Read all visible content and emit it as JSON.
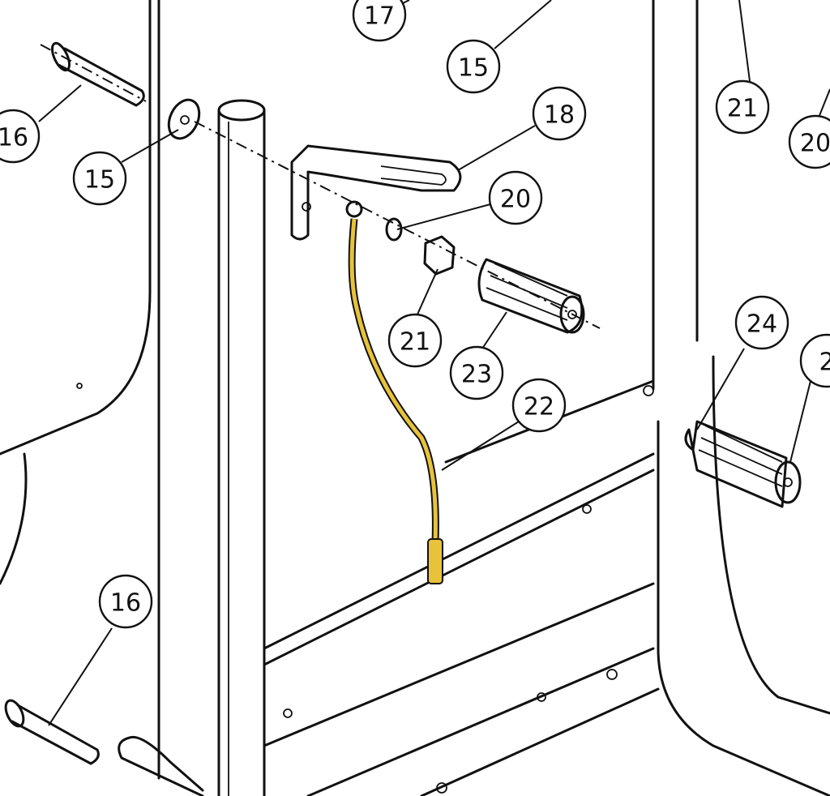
{
  "diagram": {
    "callouts": [
      {
        "id": "c17",
        "label": "17"
      },
      {
        "id": "c15a",
        "label": "15"
      },
      {
        "id": "c21a",
        "label": "21"
      },
      {
        "id": "c20a",
        "label": "20"
      },
      {
        "id": "c16a",
        "label": "16"
      },
      {
        "id": "c15b",
        "label": "15"
      },
      {
        "id": "c18",
        "label": "18"
      },
      {
        "id": "c20b",
        "label": "20"
      },
      {
        "id": "c21b",
        "label": "21"
      },
      {
        "id": "c23",
        "label": "23"
      },
      {
        "id": "c24",
        "label": "24"
      },
      {
        "id": "c25",
        "label": "2"
      },
      {
        "id": "c22",
        "label": "22"
      },
      {
        "id": "c16b",
        "label": "16"
      }
    ],
    "colors": {
      "line": "#111111",
      "wire": "#e8c23a",
      "background": "#ffffff"
    }
  }
}
